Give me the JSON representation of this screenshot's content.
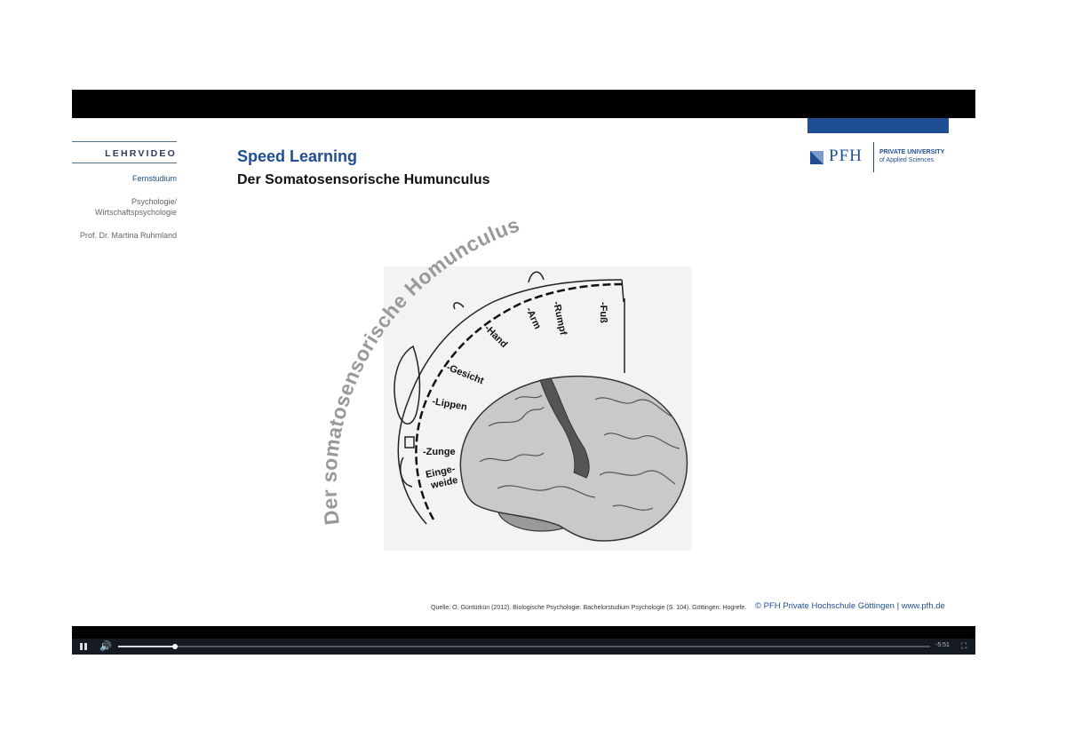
{
  "sidebar": {
    "brand": "LEHRVIDEO",
    "mode": "Fernstudium",
    "course_line1": "Psychologie/",
    "course_line2": "Wirtschaftspsychologie",
    "author": "Prof. Dr. Martina Ruhmland"
  },
  "slide": {
    "title": "Speed Learning",
    "subtitle": "Der Somatosensorische Humunculus",
    "arc_title": "Der somatosensorische Homunculus",
    "labels": [
      "-Fuß",
      "-Rumpf",
      "-Arm",
      "-Hand",
      "-Gesicht",
      "-Lippen",
      "-Zunge",
      "Einge-",
      "weide"
    ],
    "source": "Quelle: O. Güntürkün (2012). Biologische Psychologie. Bachelorstudium Psychologie (S. 104). Göttingen: Hogrefe.",
    "credit": "© PFH Private Hochschule Göttingen | www.pfh.de"
  },
  "logo": {
    "name": "PFH",
    "line1": "PRIVATE UNIVERSITY",
    "line2": "of Applied Sciences"
  },
  "player": {
    "time_remaining": "-5:51",
    "progress": 0.07,
    "icons": [
      "pause-icon",
      "volume-icon",
      "fullscreen-icon"
    ]
  },
  "colors": {
    "accent": "#1f4e93"
  }
}
